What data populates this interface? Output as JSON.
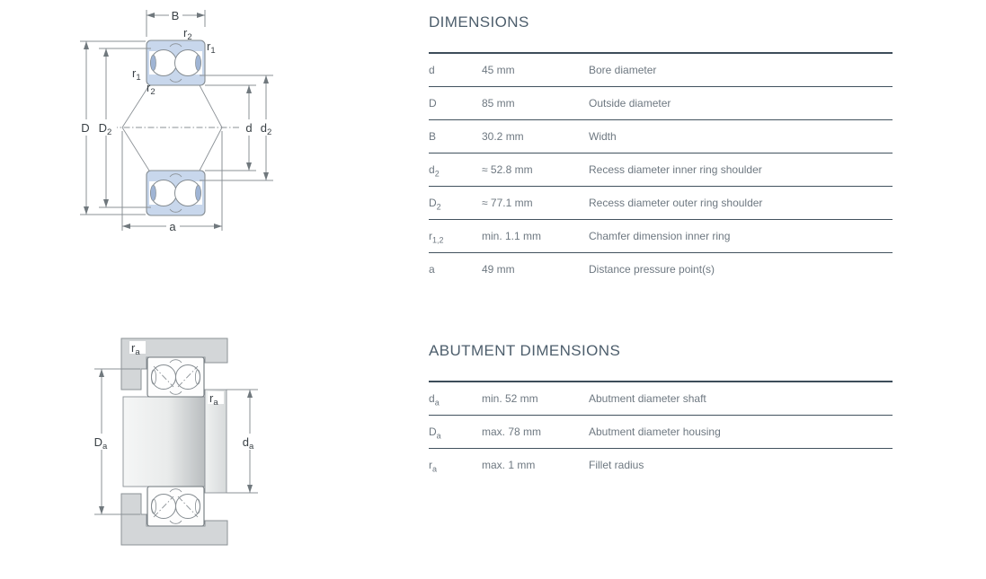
{
  "colors": {
    "heading": "#4d5e6c",
    "table_rule": "#3d4d5a",
    "table_text": "#6e7881",
    "bearing_fill": "#c8d7ec",
    "seal_fill": "#9fb4d4",
    "housing_fill": "#d3d6d8",
    "diagram_line": "#8b9196",
    "diagram_label": "#3a4146"
  },
  "sections": [
    {
      "title": "DIMENSIONS",
      "rows": [
        {
          "sym": "d",
          "sub": "",
          "value": "45 mm",
          "desc": "Bore diameter"
        },
        {
          "sym": "D",
          "sub": "",
          "value": "85 mm",
          "desc": "Outside diameter"
        },
        {
          "sym": "B",
          "sub": "",
          "value": "30.2 mm",
          "desc": "Width"
        },
        {
          "sym": "d",
          "sub": "2",
          "value": "≈ 52.8 mm",
          "desc": "Recess diameter inner ring shoulder"
        },
        {
          "sym": "D",
          "sub": "2",
          "value": "≈ 77.1 mm",
          "desc": "Recess diameter outer ring shoulder"
        },
        {
          "sym": "r",
          "sub": "1,2",
          "value": "min. 1.1 mm",
          "desc": "Chamfer dimension inner ring"
        },
        {
          "sym": "a",
          "sub": "",
          "value": "49 mm",
          "desc": "Distance pressure point(s)"
        }
      ]
    },
    {
      "title": "ABUTMENT DIMENSIONS",
      "rows": [
        {
          "sym": "d",
          "sub": "a",
          "value": "min. 52 mm",
          "desc": "Abutment diameter shaft"
        },
        {
          "sym": "D",
          "sub": "a",
          "value": "max. 78 mm",
          "desc": "Abutment diameter housing"
        },
        {
          "sym": "r",
          "sub": "a",
          "value": "max. 1 mm",
          "desc": "Fillet radius"
        }
      ]
    }
  ],
  "diagram1": {
    "B": {
      "b": "B",
      "s": ""
    },
    "r2a": {
      "b": "r",
      "s": "2"
    },
    "r1a": {
      "b": "r",
      "s": "1"
    },
    "r1b": {
      "b": "r",
      "s": "1"
    },
    "r2b": {
      "b": "r",
      "s": "2"
    },
    "D": {
      "b": "D",
      "s": ""
    },
    "D2": {
      "b": "D",
      "s": "2"
    },
    "d": {
      "b": "d",
      "s": ""
    },
    "d2": {
      "b": "d",
      "s": "2"
    },
    "a": {
      "b": "a",
      "s": ""
    }
  },
  "diagram2": {
    "ra_top": {
      "b": "r",
      "s": "a"
    },
    "ra_mid": {
      "b": "r",
      "s": "a"
    },
    "Da": {
      "b": "D",
      "s": "a"
    },
    "da": {
      "b": "d",
      "s": "a"
    }
  }
}
